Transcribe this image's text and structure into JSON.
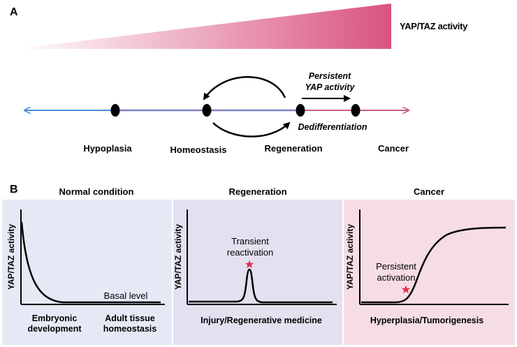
{
  "panel_a": {
    "letter": "A",
    "gradient_label": "YAP/TAZ activity",
    "states": [
      "Hypoplasia",
      "Homeostasis",
      "Regeneration",
      "Cancer"
    ],
    "persistent_label_line1": "Persistent",
    "persistent_label_line2": "YAP activity",
    "dediff_label": "Dedifferentiation",
    "colors": {
      "gradient_dark": "#d9547f",
      "blue_line": "#4a90d9",
      "purple_line": "#8080c8",
      "red_line": "#c8607a"
    }
  },
  "panel_b": {
    "letter": "B",
    "normal": {
      "title": "Normal condition",
      "ylabel": "YAP/TAZ activity",
      "curve_label": "Basal level",
      "x_left_line1": "Embryonic",
      "x_left_line2": "development",
      "x_right_line1": "Adult tissue",
      "x_right_line2": "homeostasis",
      "bg": "#e6e9f5"
    },
    "regeneration": {
      "title": "Regeneration",
      "ylabel": "YAP/TAZ activity",
      "peak_label_line1": "Transient",
      "peak_label_line2": "reactivation",
      "xlabel": "Injury/Regenerative medicine",
      "bg": "#e5e0f0"
    },
    "cancer": {
      "title": "Cancer",
      "ylabel": "YAP/TAZ activity",
      "point_label_line1": "Persistent",
      "point_label_line2": "activation",
      "xlabel": "Hyperplasia/Tumorigenesis",
      "bg": "#f6dde5"
    },
    "star_color": "#e0304e"
  }
}
